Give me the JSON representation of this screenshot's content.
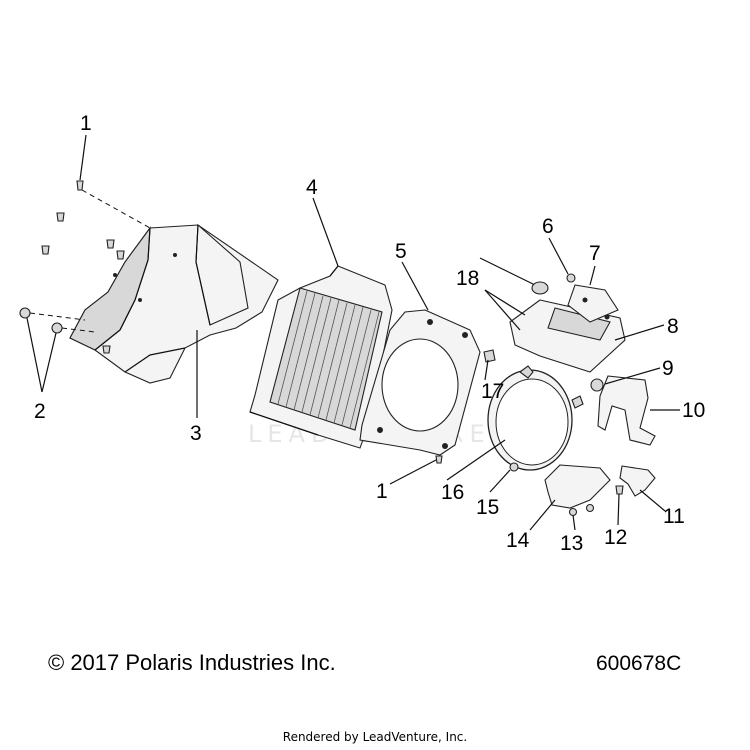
{
  "callouts": [
    {
      "id": "c1a",
      "label": "1"
    },
    {
      "id": "c1b",
      "label": "1"
    },
    {
      "id": "c2",
      "label": "2"
    },
    {
      "id": "c3",
      "label": "3"
    },
    {
      "id": "c4",
      "label": "4"
    },
    {
      "id": "c5",
      "label": "5"
    },
    {
      "id": "c6",
      "label": "6"
    },
    {
      "id": "c7",
      "label": "7"
    },
    {
      "id": "c8",
      "label": "8"
    },
    {
      "id": "c9",
      "label": "9"
    },
    {
      "id": "c10",
      "label": "10"
    },
    {
      "id": "c11",
      "label": "11"
    },
    {
      "id": "c12",
      "label": "12"
    },
    {
      "id": "c13",
      "label": "13"
    },
    {
      "id": "c14",
      "label": "14"
    },
    {
      "id": "c15",
      "label": "15"
    },
    {
      "id": "c16",
      "label": "16"
    },
    {
      "id": "c17",
      "label": "17"
    },
    {
      "id": "c18",
      "label": "18"
    }
  ],
  "watermark": "LEADVENTURE",
  "footer": {
    "copyright": "© 2017 Polaris Industries Inc.",
    "diagram_id": "600678C",
    "rendered_by": "Rendered by LeadVenture, Inc."
  }
}
